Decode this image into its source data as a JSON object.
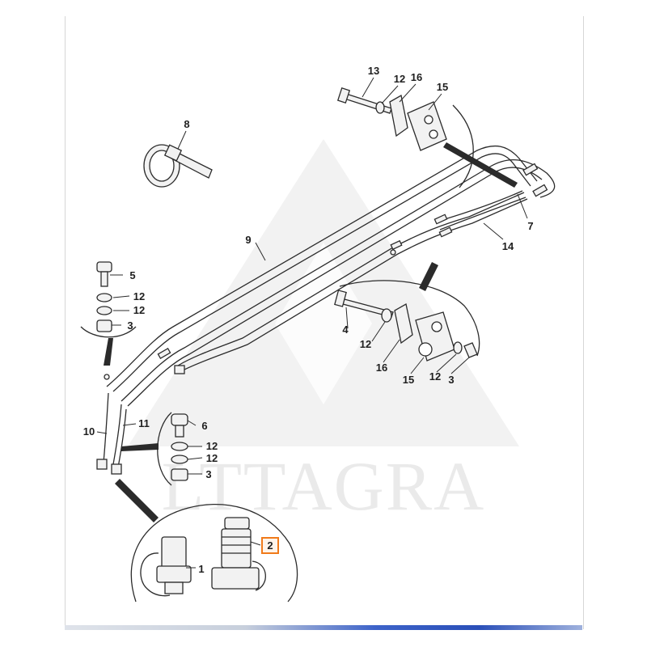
{
  "watermark": {
    "text": "LTTAGRA"
  },
  "callouts": [
    {
      "id": "c13",
      "label": "13"
    },
    {
      "id": "c12a",
      "label": "12"
    },
    {
      "id": "c16a",
      "label": "16"
    },
    {
      "id": "c15a",
      "label": "15"
    },
    {
      "id": "c8",
      "label": "8"
    },
    {
      "id": "c7",
      "label": "7"
    },
    {
      "id": "c14",
      "label": "14"
    },
    {
      "id": "c9",
      "label": "9"
    },
    {
      "id": "c5",
      "label": "5"
    },
    {
      "id": "c12b",
      "label": "12"
    },
    {
      "id": "c12c",
      "label": "12"
    },
    {
      "id": "c3a",
      "label": "3"
    },
    {
      "id": "c4",
      "label": "4"
    },
    {
      "id": "c12d",
      "label": "12"
    },
    {
      "id": "c16b",
      "label": "16"
    },
    {
      "id": "c15b",
      "label": "15"
    },
    {
      "id": "c12e",
      "label": "12"
    },
    {
      "id": "c3b",
      "label": "3"
    },
    {
      "id": "c10",
      "label": "10"
    },
    {
      "id": "c11",
      "label": "11"
    },
    {
      "id": "c6",
      "label": "6"
    },
    {
      "id": "c12f",
      "label": "12"
    },
    {
      "id": "c12g",
      "label": "12"
    },
    {
      "id": "c3c",
      "label": "3"
    },
    {
      "id": "c1",
      "label": "1"
    },
    {
      "id": "c2",
      "label": "2",
      "highlighted": true
    }
  ],
  "colors": {
    "line": "#2b2b2b",
    "part_fill": "#f2f2f2",
    "highlight": "#f07a1a",
    "watermark": "#bdbdbd"
  }
}
